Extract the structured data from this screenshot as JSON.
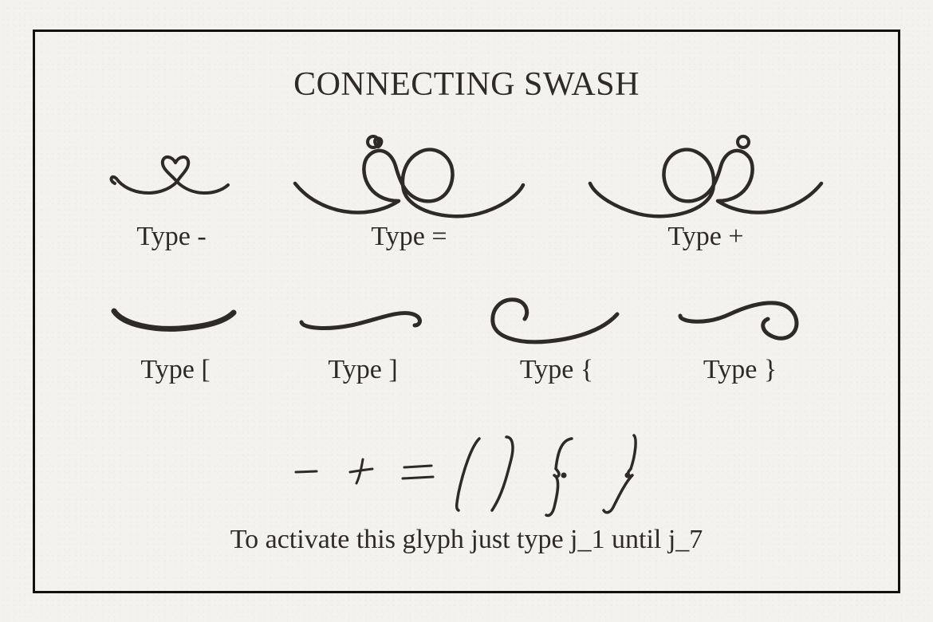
{
  "title": "CONNECTING SWASH",
  "swashes": [
    {
      "label": "Type -",
      "icon": "heart-swash-icon"
    },
    {
      "label": "Type =",
      "icon": "double-loop-swash-left-icon"
    },
    {
      "label": "Type +",
      "icon": "double-loop-swash-right-icon"
    },
    {
      "label": "Type [",
      "icon": "curve-swash-icon"
    },
    {
      "label": "Type ]",
      "icon": "wave-swash-icon"
    },
    {
      "label": "Type {",
      "icon": "left-curl-swash-icon"
    },
    {
      "label": "Type }",
      "icon": "right-curl-swash-icon"
    }
  ],
  "footer": "To activate this glyph just type j_1 until j_7",
  "colors": {
    "ink": "#2e2a28",
    "frame": "#111111",
    "paper": "#f3f2ef"
  }
}
